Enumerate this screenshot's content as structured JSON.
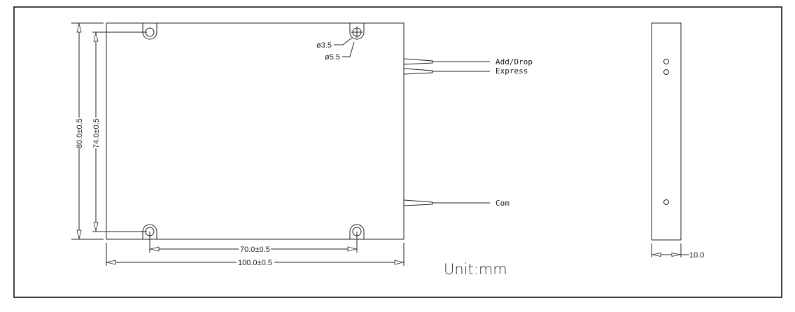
{
  "drawing": {
    "dimensions": {
      "height_outer": "80.0±0.5",
      "height_holes": "74.0±0.5",
      "width_holes": "70.0±0.5",
      "width_outer": "100.0±0.5",
      "thickness": "10.0",
      "hole_inner": "ø3.5",
      "hole_outer": "ø5.5"
    },
    "ports": [
      {
        "label": "Add/Drop"
      },
      {
        "label": "Express"
      },
      {
        "label": "Com"
      }
    ],
    "unit": "Unit:mm"
  }
}
